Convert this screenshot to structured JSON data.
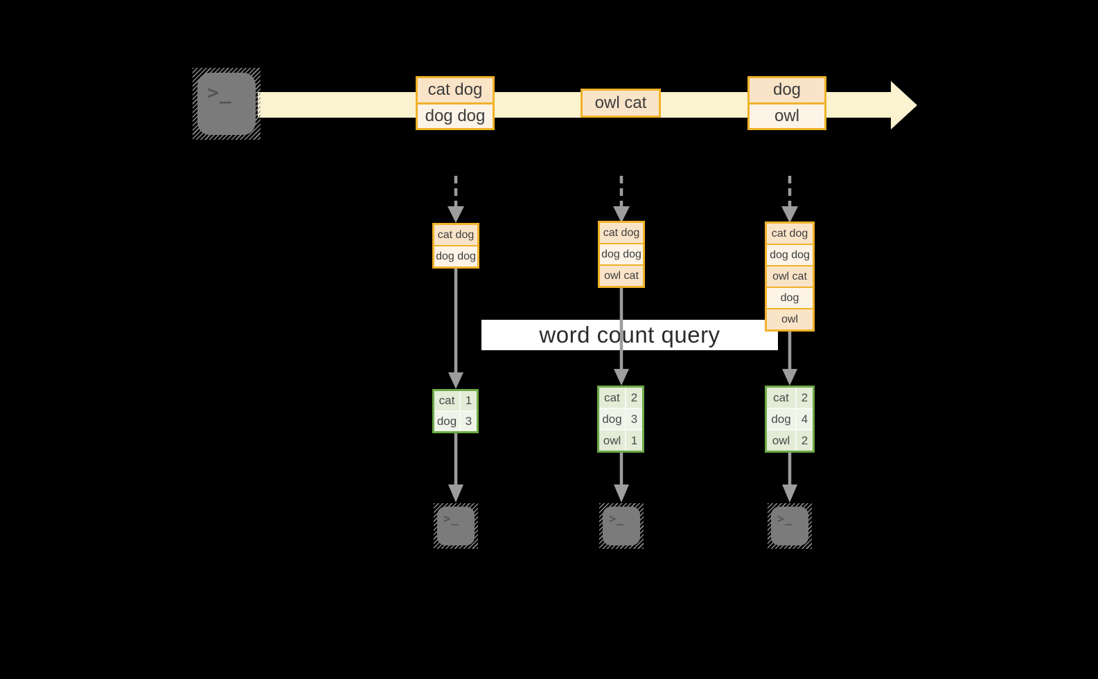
{
  "colors": {
    "background": "#000000",
    "stream_arrow": "#fbf2d0",
    "record_border": "#f0b228",
    "record_fill_dark": "#fae4c8",
    "record_fill_light": "#fdf3e6",
    "table_border": "#6caa47",
    "table_fill_dark": "#e3ecd7",
    "table_fill_light": "#eff4e9",
    "flow_arrow": "#9d9d9d",
    "terminal": "#7b7b7b",
    "query_background": "#ffffff"
  },
  "icons": {
    "terminal_prompt": ">_"
  },
  "query": {
    "label": "word count query"
  },
  "stream": {
    "batches": [
      {
        "items": [
          "cat dog",
          "dog dog"
        ]
      },
      {
        "items": [
          "owl cat"
        ]
      },
      {
        "items": [
          "dog",
          "owl"
        ]
      }
    ]
  },
  "columns": [
    {
      "records": [
        "cat dog",
        "dog dog"
      ],
      "counts": [
        {
          "word": "cat",
          "count": "1"
        },
        {
          "word": "dog",
          "count": "3"
        }
      ]
    },
    {
      "records": [
        "cat dog",
        "dog dog",
        "owl cat"
      ],
      "counts": [
        {
          "word": "cat",
          "count": "2"
        },
        {
          "word": "dog",
          "count": "3"
        },
        {
          "word": "owl",
          "count": "1"
        }
      ]
    },
    {
      "records": [
        "cat dog",
        "dog dog",
        "owl cat",
        "dog",
        "owl"
      ],
      "counts": [
        {
          "word": "cat",
          "count": "2"
        },
        {
          "word": "dog",
          "count": "4"
        },
        {
          "word": "owl",
          "count": "2"
        }
      ]
    }
  ]
}
